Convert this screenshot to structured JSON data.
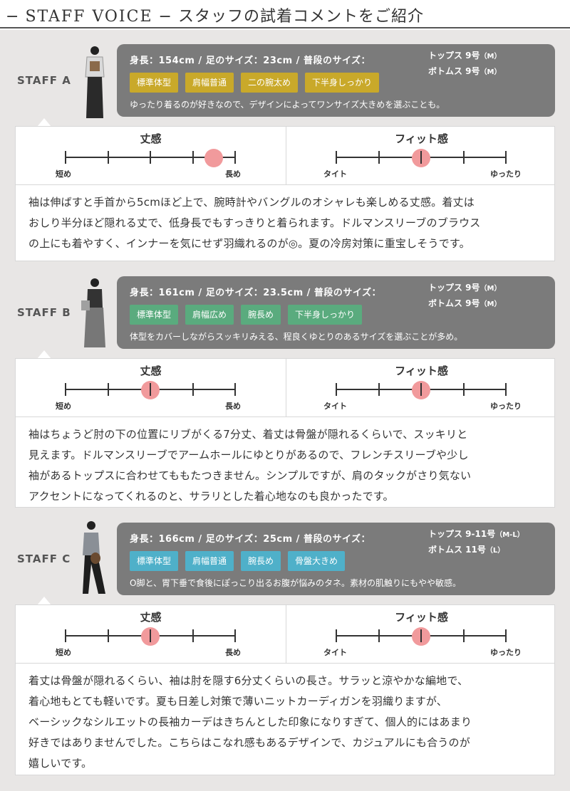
{
  "header": {
    "title_en": "STAFF VOICE",
    "title_ja": "スタッフの試着コメントをご紹介"
  },
  "staff": [
    {
      "label": "STAFF A",
      "stats": "身長：154cm / 足のサイズ：23cm / 普段のサイズ：",
      "tops": "トップス 9号",
      "tops_size": "（M）",
      "bottoms": "ボトムス 9号",
      "bottoms_size": "（M）",
      "tag_color": "#c9a92a",
      "tags": [
        "標準体型",
        "肩幅普通",
        "二の腕太め",
        "下半身しっかり"
      ],
      "comment": "ゆったり着るのが好きなので、デザインによってワンサイズ大きめを選ぶことも。",
      "length_label": "丈感",
      "length_left": "短め",
      "length_right": "長め",
      "length_value": 3.5,
      "fit_label": "フィット感",
      "fit_left": "タイト",
      "fit_right": "ゆったり",
      "fit_value": 2,
      "review": [
        "袖は伸ばすと手首から5cmほど上で、腕時計やバングルのオシャレも楽しめる丈感。着丈は",
        "おしり半分ほど隠れる丈で、低身長でもすっきりと着られます。ドルマンスリーブのブラウス",
        "の上にも着やすく、インナーを気にせず羽織れるのが◎。夏の冷房対策に重宝しそうです。"
      ]
    },
    {
      "label": "STAFF B",
      "stats": "身長：161cm / 足のサイズ：23.5cm / 普段のサイズ：",
      "tops": "トップス 9号",
      "tops_size": "（M）",
      "bottoms": "ボトムス 9号",
      "bottoms_size": "（M）",
      "tag_color": "#5aab7e",
      "tags": [
        "標準体型",
        "肩幅広め",
        "腕長め",
        "下半身しっかり"
      ],
      "comment": "体型をカバーしながらスッキリみえる、程良くゆとりのあるサイズを選ぶことが多め。",
      "length_label": "丈感",
      "length_left": "短め",
      "length_right": "長め",
      "length_value": 2,
      "fit_label": "フィット感",
      "fit_left": "タイト",
      "fit_right": "ゆったり",
      "fit_value": 2,
      "review": [
        "袖はちょうど肘の下の位置にリブがくる7分丈、着丈は骨盤が隠れるくらいで、スッキリと",
        "見えます。ドルマンスリーブでアームホールにゆとりがあるので、フレンチスリーブや少し",
        "袖があるトップスに合わせてももたつきません。シンプルですが、肩のタックがさり気ない",
        "アクセントになってくれるのと、サラリとした着心地なのも良かったです。"
      ]
    },
    {
      "label": "STAFF C",
      "stats": "身長：166cm / 足のサイズ：25cm / 普段のサイズ：",
      "tops": "トップス 9-11号",
      "tops_size": "（M-L）",
      "bottoms": "ボトムス 11号",
      "bottoms_size": "（L）",
      "tag_color": "#4fb0c9",
      "tags": [
        "標準体型",
        "肩幅普通",
        "腕長め",
        "骨盤大きめ"
      ],
      "comment": "O脚と、胃下垂で食後にぽっこり出るお腹が悩みのタネ。素材の肌触りにもやや敏感。",
      "length_label": "丈感",
      "length_left": "短め",
      "length_right": "長め",
      "length_value": 2,
      "fit_label": "フィット感",
      "fit_left": "タイト",
      "fit_right": "ゆったり",
      "fit_value": 2,
      "review": [
        "着丈は骨盤が隠れるくらい、袖は肘を隠す6分丈くらいの長さ。サラッと涼やかな編地で、",
        "着心地もとても軽いです。夏も日差し対策で薄いニットカーディガンを羽織りますが、",
        "ベーシックなシルエットの長袖カーデはきちんとした印象になりすぎて、個人的にはあまり",
        "好きではありませんでした。こちらはこなれ感もあるデザインで、カジュアルにも合うのが",
        "嬉しいです。"
      ]
    }
  ]
}
